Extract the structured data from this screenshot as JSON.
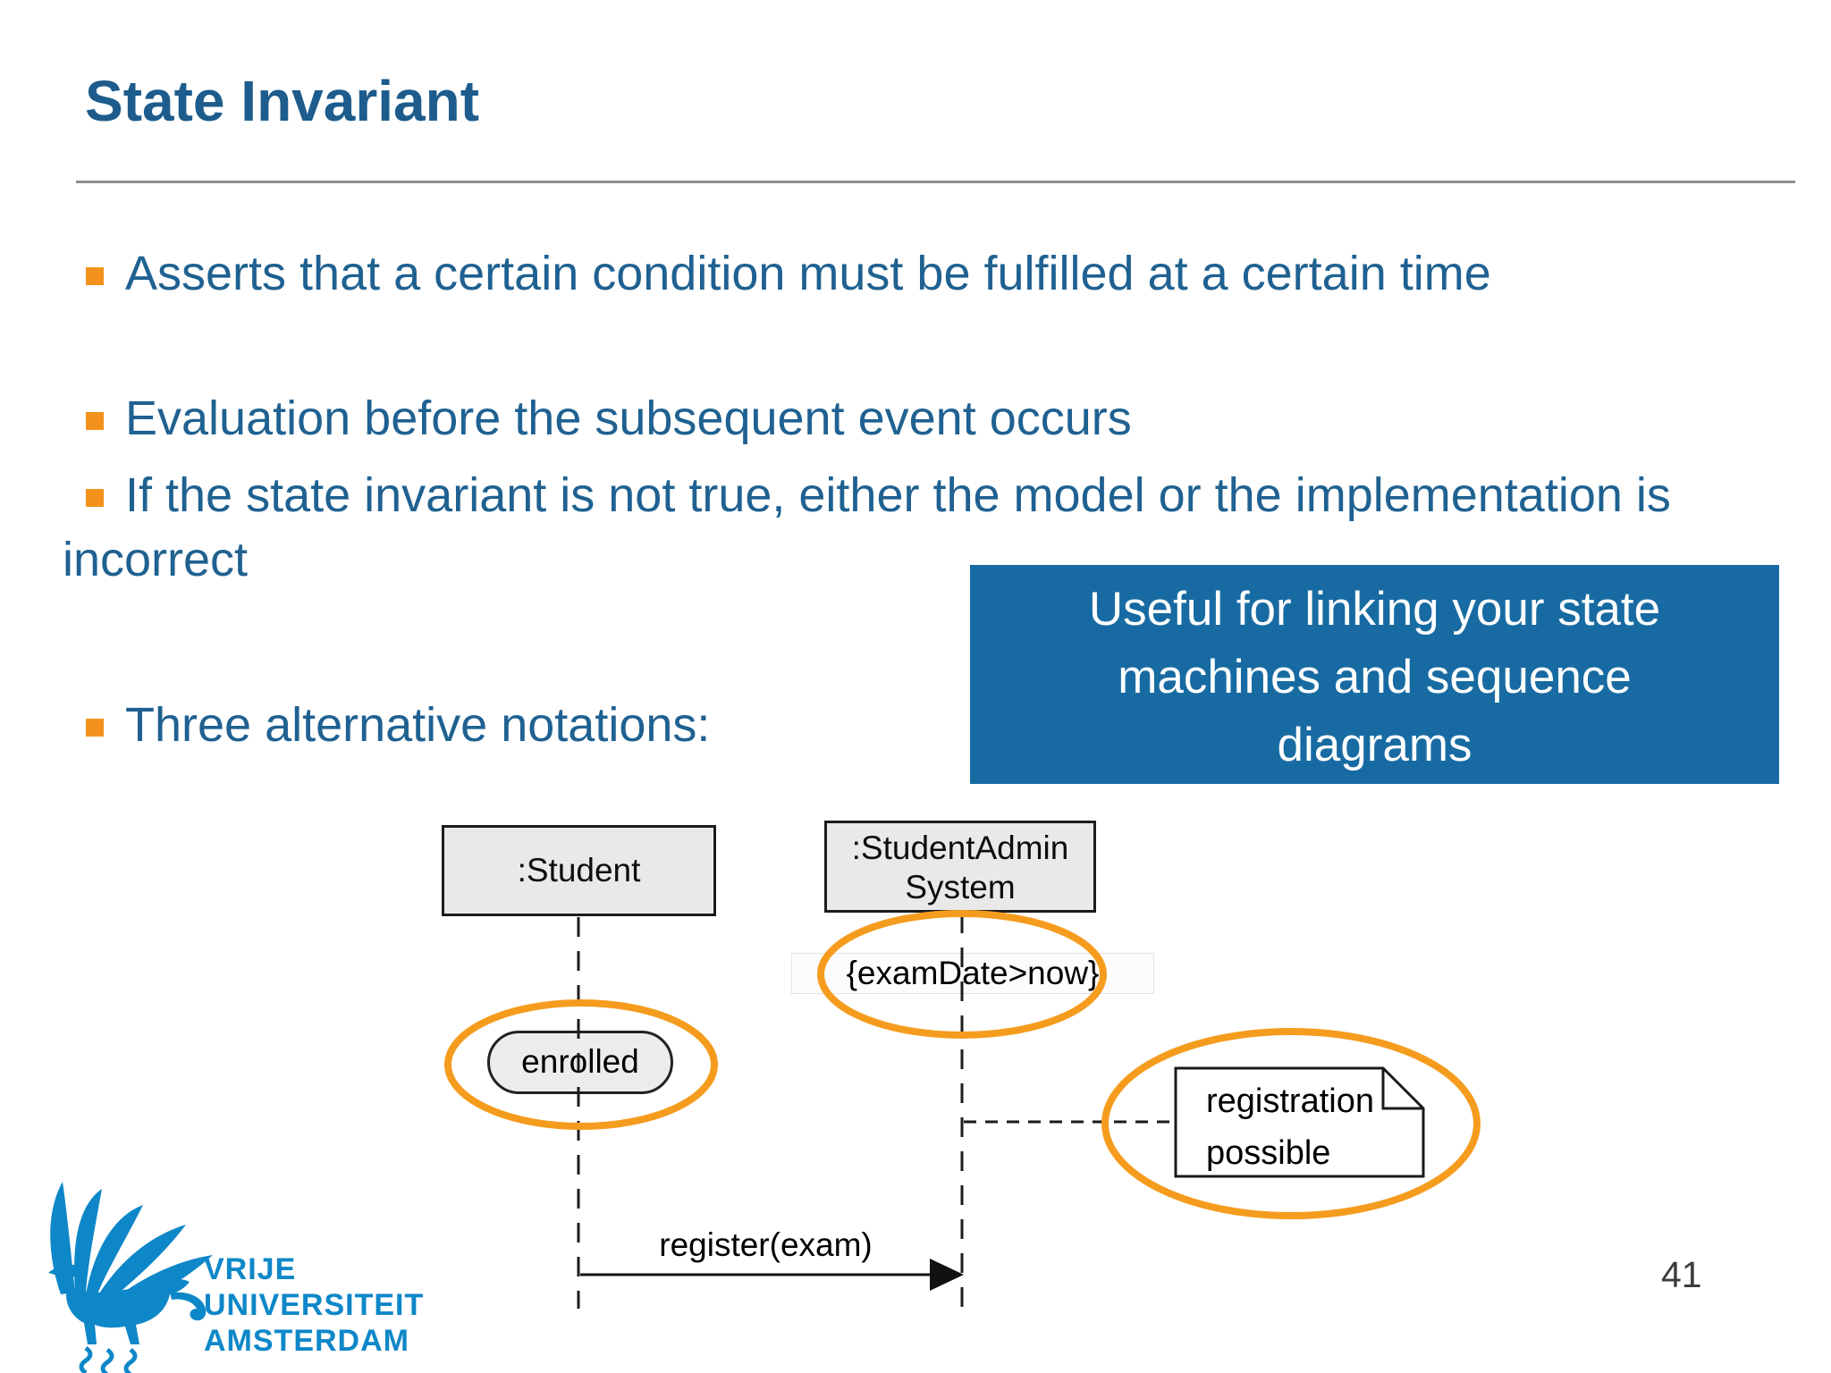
{
  "slide": {
    "title": "State Invariant",
    "page_number": "41",
    "bullets": [
      {
        "label": "Asserts that a certain condition must be fulfilled at a certain time"
      },
      {
        "label": "Evaluation before the subsequent event occurs"
      },
      {
        "label": "If the state invariant is not true, either the model or the implementation is incorrect"
      },
      {
        "label": "Three alternative notations:"
      }
    ],
    "callout": {
      "lines": [
        "Useful for linking your state",
        "machines and sequence",
        "diagrams"
      ]
    },
    "diagram": {
      "lifelines": [
        {
          "label": ":Student"
        },
        {
          "label_line1": ":StudentAdmin",
          "label_line2": "System"
        }
      ],
      "constraint_label": "{examDate>now}",
      "state_label": "enrolled",
      "note_lines": [
        "registration",
        "possible"
      ],
      "message_label": "register(exam)"
    },
    "logo": {
      "lines": [
        "VRIJE",
        "UNIVERSITEIT",
        "AMSTERDAM"
      ]
    },
    "colors": {
      "title_blue": "#1d5c8c",
      "text_blue": "#1f6191",
      "bullet_orange": "#f2921c",
      "callout_bg": "#186ba2",
      "highlight_orange": "#f59c1e",
      "vu_blue": "#0e87c8"
    }
  }
}
